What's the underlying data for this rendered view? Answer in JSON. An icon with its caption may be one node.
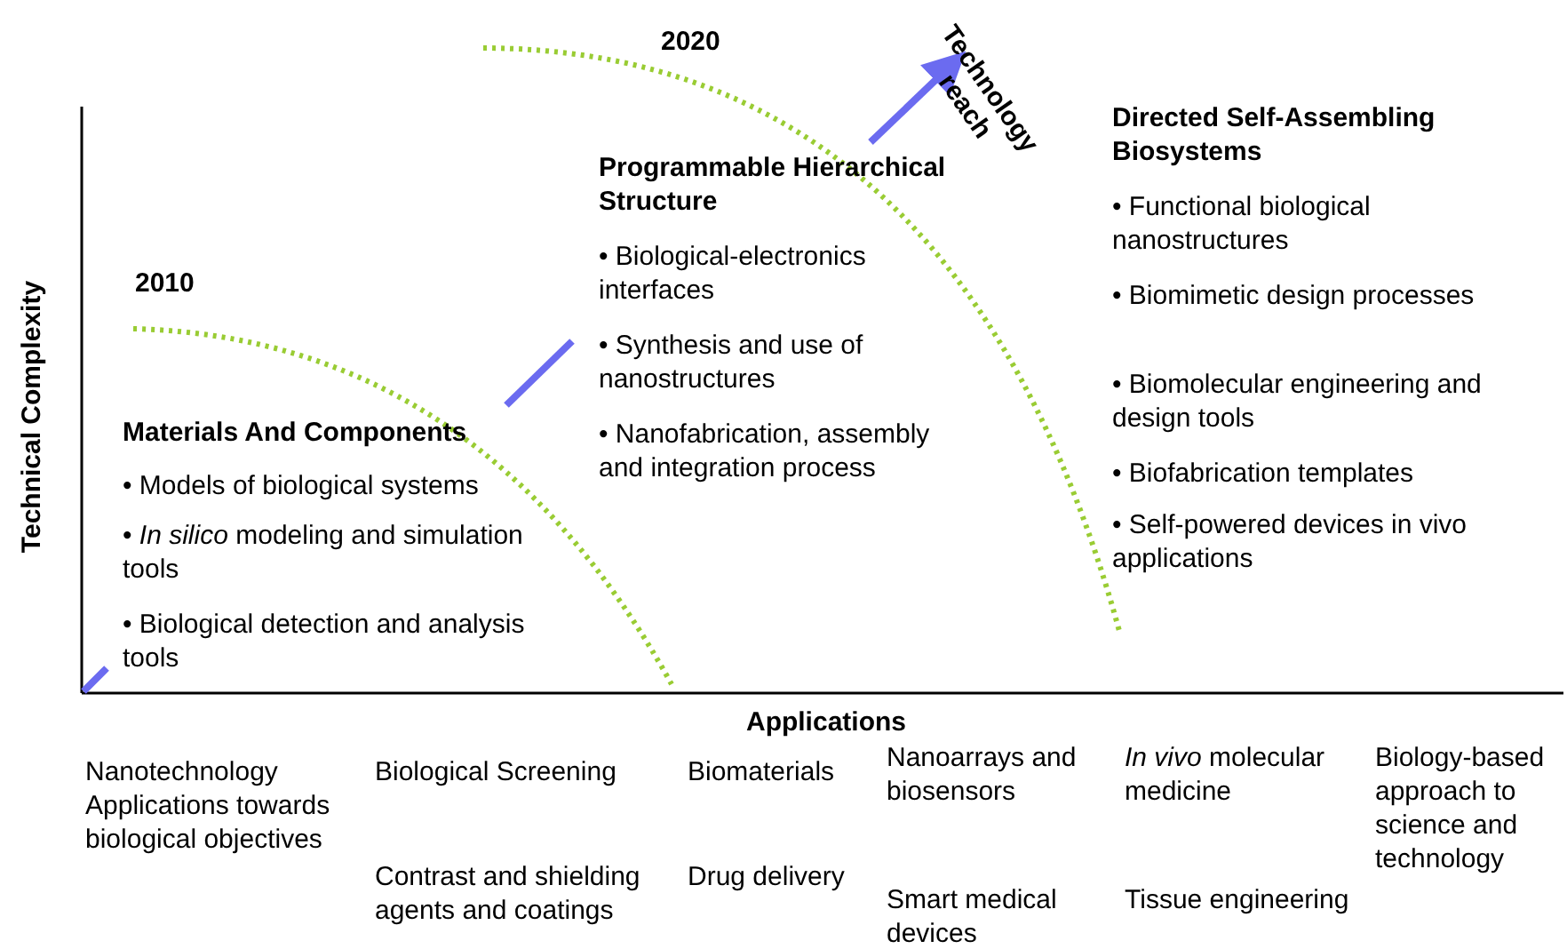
{
  "diagram": {
    "labels": [
      "2020",
      "Technology reach",
      "Programmable Hierarchical Structure",
      "Directed Self-Assembling Biosystems",
      "• Biological-electronics interfaces",
      "• Synthesis and use of nanostructures",
      "• Nanofabrication, assembly and  integration process",
      "• Functional biological nanostructures",
      "• Biomimetic design processes",
      "• Biomolecular engineering and design tools",
      "• Biofabrication templates",
      "• Self-powered devices in vivo applications",
      "Technical Complexity",
      "2010",
      "Materials And Components",
      "• Models of biological systems",
      "• *In silico* modeling and simulation  tools",
      "• Biological detection and analysis tools",
      "Applications",
      "Nanotechnology Applications towards biological objectives",
      "Biological Screening",
      "Biomaterials",
      "Nanoarrays and biosensors",
      "*In vivo* molecular medicine",
      "Biology-based approach to science and technology",
      "Contrast and shielding agents and coatings",
      "Drug delivery",
      "Smart medical devices",
      "Tissue engineering"
    ]
  }
}
